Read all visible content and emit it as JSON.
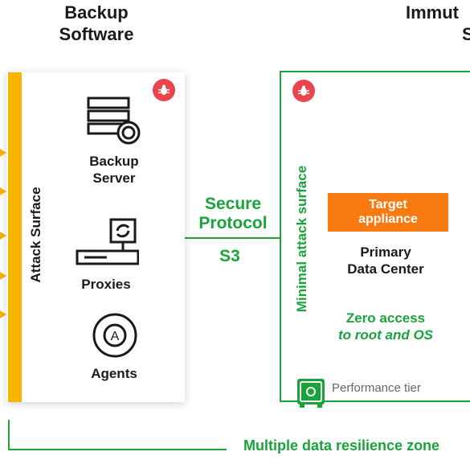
{
  "header": {
    "left_title_line1": "Backup",
    "left_title_line2": "Software",
    "right_title_line1": "Immut",
    "right_title_line2": "S"
  },
  "left_panel": {
    "attack_surface": "Attack Surface",
    "backup_server_line1": "Backup",
    "backup_server_line2": "Server",
    "proxies": "Proxies",
    "agents": "Agents"
  },
  "connection": {
    "protocol_line1": "Secure",
    "protocol_line2": "Protocol",
    "protocol_type": "S3"
  },
  "right_panel": {
    "minimal_surface": "Minimal attack surface",
    "target_line1": "Target",
    "target_line2": "appliance",
    "primary_line1": "Primary",
    "primary_line2": "Data Center",
    "zero_line1": "Zero access",
    "zero_line2": "to root and OS",
    "performance_tier": "Performance tier"
  },
  "footer": {
    "zone_label": "Multiple data resilience zone"
  },
  "colors": {
    "green": "#1aa33a",
    "yellow": "#f7b500",
    "orange": "#f97a10",
    "red": "#e8454d"
  },
  "icons": [
    "bug-icon",
    "server-icon",
    "proxy-icon",
    "agent-icon",
    "safe-icon",
    "arrow-icon"
  ]
}
